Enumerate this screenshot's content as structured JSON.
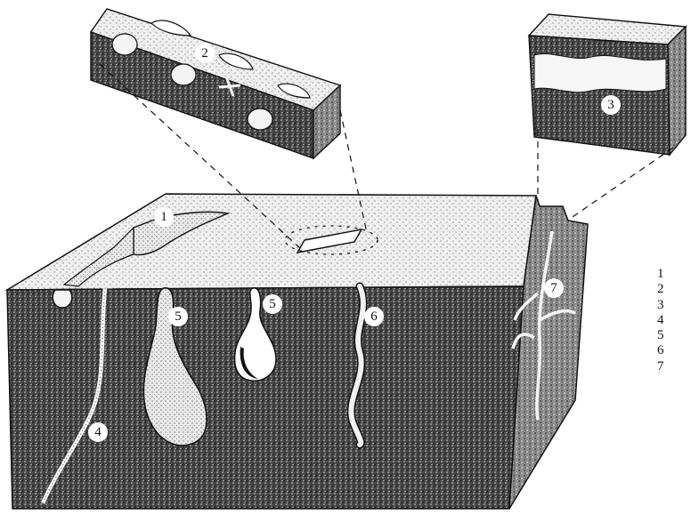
{
  "figure": {
    "callouts": {
      "channel": "1",
      "surface_cavities": "2",
      "crust_block": "3",
      "thin_root_tube": "4",
      "pear_cavity_left": "5",
      "pear_cavity_right": "5",
      "sinuous_tube": "6",
      "side_cracks": "7"
    },
    "legend": [
      "1",
      "2",
      "3",
      "4",
      "5",
      "6",
      "7"
    ]
  },
  "colors": {
    "ink": "#111111",
    "stipple_dark": "#2a2a2a",
    "stipple_light": "#bdbdbd",
    "paper": "#ffffff"
  }
}
